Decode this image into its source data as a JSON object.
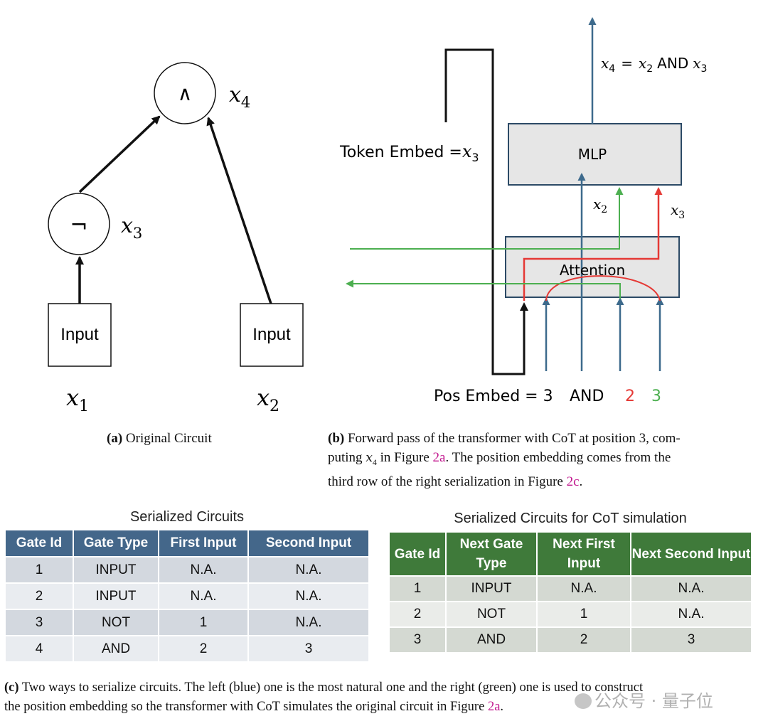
{
  "panel_a": {
    "and_symbol": "∧",
    "not_symbol": "¬",
    "x4": "x",
    "x4_sub": "4",
    "x3": "x",
    "x3_sub": "3",
    "input_left": "Input",
    "input_right": "Input",
    "x1": "x",
    "x1_sub": "1",
    "x2": "x",
    "x2_sub": "2",
    "caption_label": "(a)",
    "caption_text": "Original Circuit"
  },
  "panel_b": {
    "output_label_lhs": "x",
    "output_label_lhs_sub": "4",
    "output_label_eq": "=",
    "output_label_x": "x",
    "output_label_x_sub": "2",
    "output_label_and": "AND",
    "output_label_y": "x",
    "output_label_y_sub": "3",
    "token_embed": "Token Embed =",
    "token_embed_var": "x",
    "token_embed_sub": "3",
    "mlp": "MLP",
    "attention": "Attention",
    "x2_label": "x",
    "x2_label_sub": "2",
    "x3_label": "x",
    "x3_label_sub": "3",
    "pos_embed": "Pos Embed = 3",
    "pos_and": "AND",
    "pos_two": "2",
    "pos_three": "3",
    "caption_label": "(b)",
    "caption_line1": "Forward pass of the transformer with CoT at position 3, com-",
    "caption_line2_a": "puting",
    "caption_line2_var": "x",
    "caption_line2_sub": "4",
    "caption_line2_b": "in Figure",
    "caption_line2_ref": "2a",
    "caption_line2_c": ". The position embedding comes from the",
    "caption_line3_a": "third row of the right serialization in Figure",
    "caption_line3_ref": "2c",
    "caption_line3_b": "."
  },
  "colors": {
    "blue_arrow": "#3d6a8c",
    "green": "#4caf50",
    "red": "#e53935",
    "box_fill": "#e6e6e6",
    "box_stroke": "#2c4a66",
    "ref": "#c2188f"
  },
  "table_left": {
    "title": "Serialized Circuits",
    "headers": [
      "Gate Id",
      "Gate Type",
      "First Input",
      "Second Input"
    ],
    "rows": [
      [
        "1",
        "INPUT",
        "N.A.",
        "N.A."
      ],
      [
        "2",
        "INPUT",
        "N.A.",
        "N.A."
      ],
      [
        "3",
        "NOT",
        "1",
        "N.A."
      ],
      [
        "4",
        "AND",
        "2",
        "3"
      ]
    ]
  },
  "table_right": {
    "title": "Serialized Circuits for CoT simulation",
    "headers": [
      "Gate Id",
      "Next Gate Type",
      "Next First Input",
      "Next Second Input"
    ],
    "rows": [
      [
        "1",
        "INPUT",
        "N.A.",
        "N.A."
      ],
      [
        "2",
        "NOT",
        "1",
        "N.A."
      ],
      [
        "3",
        "AND",
        "2",
        "3"
      ]
    ]
  },
  "caption_c": {
    "label": "(c)",
    "line1": "Two ways to serialize circuits. The left (blue) one is the most natural one and the right (green) one is used to construct",
    "line2_a": "the position embedding so the transformer with CoT simulates the original circuit in Figure",
    "line2_ref": "2a",
    "line2_b": "."
  },
  "watermark": "公众号 · 量子位"
}
